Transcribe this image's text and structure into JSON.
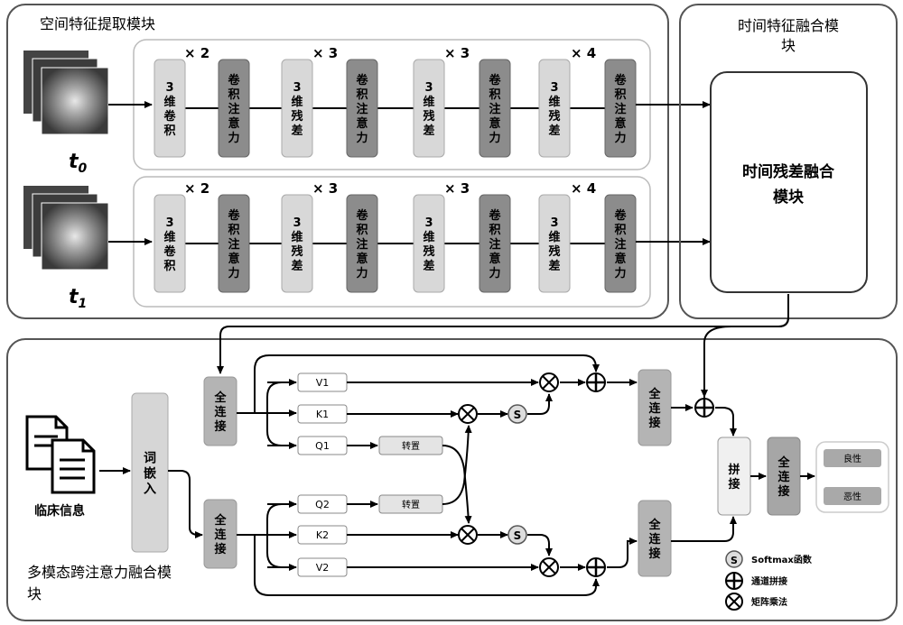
{
  "spatial_module": {
    "title": "空间特征提取模块",
    "blocks": [
      "3维卷积",
      "卷积注意力",
      "3维残差",
      "卷积注意力",
      "3维残差",
      "卷积注意力",
      "3维残差",
      "卷积注意力"
    ],
    "repeats": [
      "× 2",
      "× 3",
      "× 3",
      "× 4"
    ],
    "inputs": [
      {
        "label": "t",
        "subscript": "0"
      },
      {
        "label": "t",
        "subscript": "1"
      }
    ]
  },
  "temporal_module": {
    "title": "时间特征融合模块",
    "inner_block": "时间残差融合模块"
  },
  "fusion_module": {
    "title": "多模态跨注意力融合模块",
    "clinical_label": "临床信息",
    "embedding": "词嵌入",
    "fc": "全连接",
    "top_branch": {
      "v": "V1",
      "k": "K1",
      "q": "Q1"
    },
    "bottom_branch": {
      "q": "Q2",
      "k": "K2",
      "v": "V2"
    },
    "transpose": "转置",
    "softmax_symbol": "S",
    "concat": "拼接",
    "outputs": [
      "良性",
      "恶性"
    ]
  },
  "legend": {
    "softmax": "Softmax函数",
    "concat": "通道拼接",
    "matmul": "矩阵乘法"
  },
  "colors": {
    "light_block": "#d8d8d8",
    "dark_block": "#8c8c8c",
    "fc_block": "#b4b4b4",
    "module_border": "#5a5a5a"
  }
}
